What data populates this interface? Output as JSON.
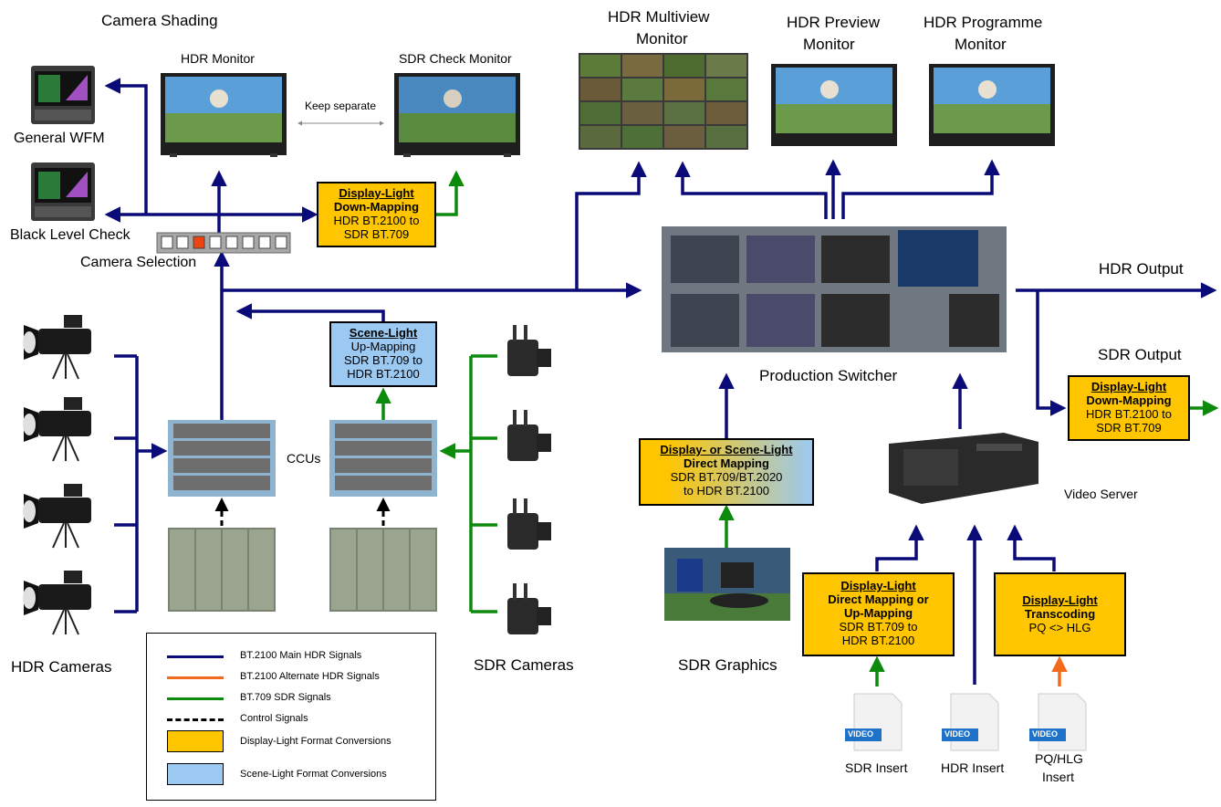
{
  "colors": {
    "hdr_main": "#0a0a78",
    "hdr_alt": "#f26b1d",
    "sdr": "#0c8a0c",
    "control": "#000000",
    "display_light": "#ffc600",
    "scene_light": "#9bc9f2"
  },
  "labels": {
    "camera_shading": "Camera Shading",
    "hdr_monitor": "HDR Monitor",
    "sdr_check_monitor": "SDR Check Monitor",
    "keep_separate": "Keep separate",
    "general_wfm": "General WFM",
    "black_level_check": "Black Level Check",
    "camera_selection": "Camera Selection",
    "hdr_multiview_1": "HDR Multiview",
    "hdr_multiview_2": "Monitor",
    "hdr_preview_1": "HDR Preview",
    "hdr_preview_2": "Monitor",
    "hdr_programme_1": "HDR Programme",
    "hdr_programme_2": "Monitor",
    "hdr_output": "HDR Output",
    "sdr_output": "SDR Output",
    "production_switcher": "Production Switcher",
    "ccus": "CCUs",
    "video_server": "Video Server",
    "hdr_cameras": "HDR Cameras",
    "sdr_cameras": "SDR Cameras",
    "sdr_graphics": "SDR Graphics",
    "sdr_insert": "SDR Insert",
    "hdr_insert": "HDR Insert",
    "pqhlg_insert_1": "PQ/HLG",
    "pqhlg_insert_2": "Insert",
    "video_tag": "VIDEO"
  },
  "boxes": {
    "shading_downmap": {
      "title": "Display-Light",
      "sub": "Down-Mapping",
      "l1": "HDR BT.2100 to",
      "l2": "SDR BT.709"
    },
    "scene_upmap": {
      "title": "Scene-Light",
      "sub": "Up-Mapping",
      "l1": "SDR BT.709 to",
      "l2": "HDR BT.2100"
    },
    "output_downmap": {
      "title": "Display-Light",
      "sub": "Down-Mapping",
      "l1": "HDR BT.2100 to",
      "l2": "SDR BT.709"
    },
    "graphics_direct": {
      "title": "Display- or Scene-Light",
      "sub": "Direct Mapping",
      "l1": "SDR BT.709/BT.2020",
      "l2": "to HDR BT.2100"
    },
    "insert_direct": {
      "title": "Display-Light",
      "sub": "Direct Mapping or",
      "sub2": "Up-Mapping",
      "l1": "SDR BT.709 to",
      "l2": "HDR BT.2100"
    },
    "transcode": {
      "title": "Display-Light",
      "sub": "Transcoding",
      "l1": "PQ <> HLG"
    }
  },
  "legend": [
    {
      "label": "BT.2100 Main HDR Signals",
      "kind": "line",
      "color": "#0a0a78"
    },
    {
      "label": "BT.2100 Alternate HDR Signals",
      "kind": "line",
      "color": "#f26b1d"
    },
    {
      "label": "BT.709 SDR Signals",
      "kind": "line",
      "color": "#0c8a0c"
    },
    {
      "label": "Control Signals",
      "kind": "dash",
      "color": "#000000"
    },
    {
      "label": "Display-Light Format Conversions",
      "kind": "box",
      "color": "#ffc600"
    },
    {
      "label": "Scene-Light Format Conversions",
      "kind": "box",
      "color": "#9bc9f2"
    }
  ]
}
